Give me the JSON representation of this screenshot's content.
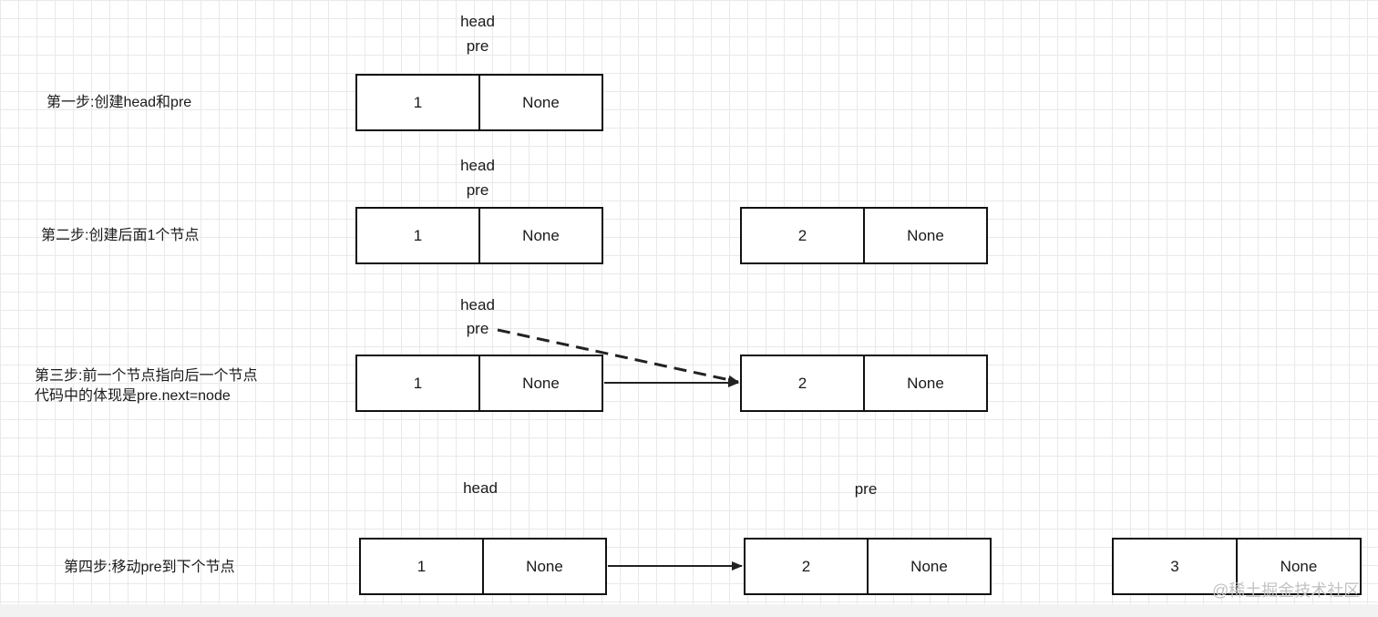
{
  "steps": [
    {
      "label": "第一步:创建head和pre",
      "pointers": [
        "head",
        "pre"
      ],
      "nodes": [
        {
          "value": "1",
          "next": "None"
        }
      ]
    },
    {
      "label": "第二步:创建后面1个节点",
      "pointers": [
        "head",
        "pre"
      ],
      "nodes": [
        {
          "value": "1",
          "next": "None"
        },
        {
          "value": "2",
          "next": "None"
        }
      ]
    },
    {
      "label_line1": "第三步:前一个节点指向后一个节点",
      "label_line2": "代码中的体现是pre.next=node",
      "pointers": [
        "head",
        "pre"
      ],
      "nodes": [
        {
          "value": "1",
          "next": "None"
        },
        {
          "value": "2",
          "next": "None"
        }
      ]
    },
    {
      "label": "第四步:移动pre到下个节点",
      "pointers": [
        "head",
        "pre"
      ],
      "nodes": [
        {
          "value": "1",
          "next": "None"
        },
        {
          "value": "2",
          "next": "None"
        },
        {
          "value": "3",
          "next": "None"
        }
      ]
    }
  ],
  "watermark": "@稀土掘金技术社区"
}
